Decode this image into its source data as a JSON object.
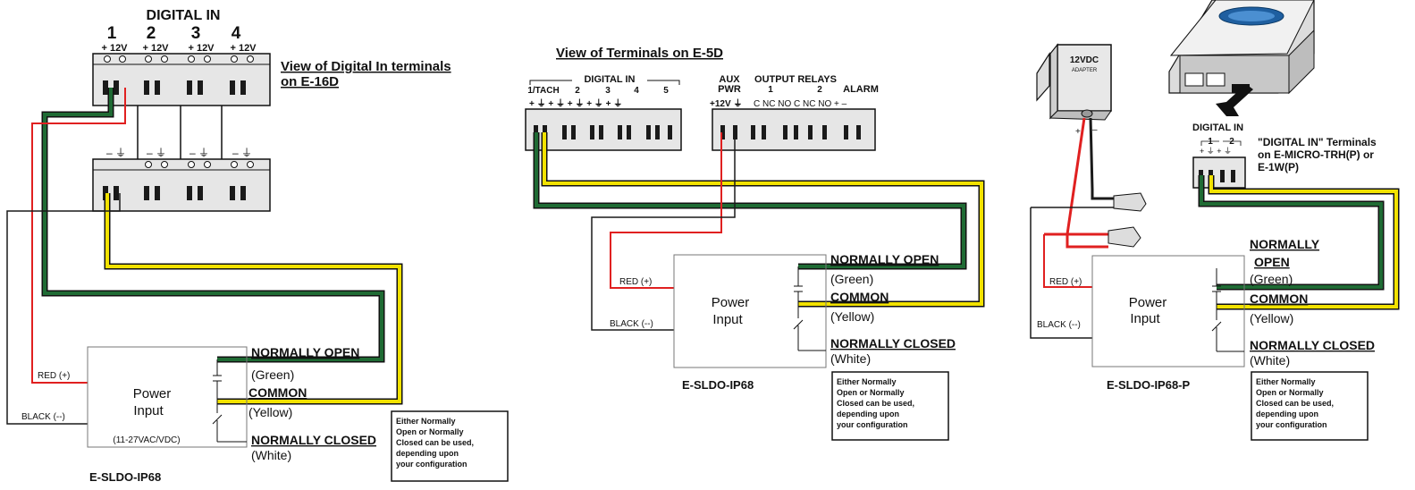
{
  "colors": {
    "green": "#1f6b34",
    "yellow": "#f2e200",
    "red": "#e02020",
    "black": "#1a1a1a",
    "terminal_gray": "#e6e6e6",
    "adapter_gray": "#e8e8e8",
    "device_blue": "#1f5fa0"
  },
  "panel1": {
    "header": "DIGITAL IN",
    "channels": [
      "1",
      "2",
      "3",
      "4"
    ],
    "plus_labels": [
      "+ 12V",
      "+ 12V",
      "+ 12V",
      "+ 12V"
    ],
    "title_line1": "View of Digital In terminals",
    "title_line2": "on E-16D",
    "lower_terminal_marks": [
      "– ⏚",
      "– ⏚",
      "– ⏚",
      "– ⏚"
    ],
    "red_label": "RED (+)",
    "black_label": "BLACK (--)",
    "power_line1": "Power",
    "power_line2": "Input",
    "power_range": "(11-27VAC/VDC)",
    "no_label": "NORMALLY OPEN",
    "green_label": "(Green)",
    "common_label": "COMMON",
    "yellow_label": "(Yellow)",
    "nc_label": "NORMALLY CLOSED",
    "white_label": "(White)",
    "device_label": "E-SLDO-IP68",
    "note_lines": [
      "Either Normally",
      "Open or Normally",
      "Closed can be used,",
      "depending upon",
      "your configuration"
    ]
  },
  "panel2": {
    "title": "View of Terminals on E-5D",
    "digital_in_label": "DIGITAL IN",
    "channel_labels": [
      "1/TACH",
      "2",
      "3",
      "4",
      "5"
    ],
    "digital_marks": "+ ⏚  + ⏚  + ⏚  + ⏚  + ⏚",
    "aux_line1": "AUX",
    "aux_line2": "PWR",
    "output_relays_label": "OUTPUT RELAYS",
    "relay1": "1",
    "relay2": "2",
    "alarm_label": "ALARM",
    "aux_marks": "+12V ⏚",
    "relay_marks": "C  NC NO  C  NC NO  +  –",
    "red_label": "RED (+)",
    "black_label": "BLACK (--)",
    "power_line1": "Power",
    "power_line2": "Input",
    "no_label": "NORMALLY OPEN",
    "green_label": "(Green)",
    "common_label": "COMMON",
    "yellow_label": "(Yellow)",
    "nc_label": "NORMALLY CLOSED",
    "white_label": "(White)",
    "device_label": "E-SLDO-IP68",
    "note_lines": [
      "Either Normally",
      "Open or Normally",
      "Closed can be used,",
      "depending upon",
      "your configuration"
    ]
  },
  "panel3": {
    "adapter_line1": "12VDC",
    "adapter_line2": "ADAPTER",
    "plus_mark": "+",
    "minus_mark": "–",
    "digital_in_label": "DIGITAL IN",
    "ch1": "1",
    "ch2": "2",
    "terminal_marks": "+ ⏚ + ⏚",
    "terminals_title_line1": "\"DIGITAL IN\" Terminals",
    "terminals_title_line2": "on  E-MICRO-TRH(P) or",
    "terminals_title_line3": "E-1W(P)",
    "red_label": "RED (+)",
    "black_label": "BLACK (--)",
    "power_line1": "Power",
    "power_line2": "Input",
    "no_label_line1": "NORMALLY",
    "no_label_line2": "OPEN",
    "green_label": "(Green)",
    "common_label": "COMMON",
    "yellow_label": "(Yellow)",
    "nc_label": "NORMALLY CLOSED",
    "white_label": "(White)",
    "device_label": "E-SLDO-IP68-P",
    "note_lines": [
      "Either Normally",
      "Open or Normally",
      "Closed can be used,",
      "depending upon",
      "your configuration"
    ]
  }
}
